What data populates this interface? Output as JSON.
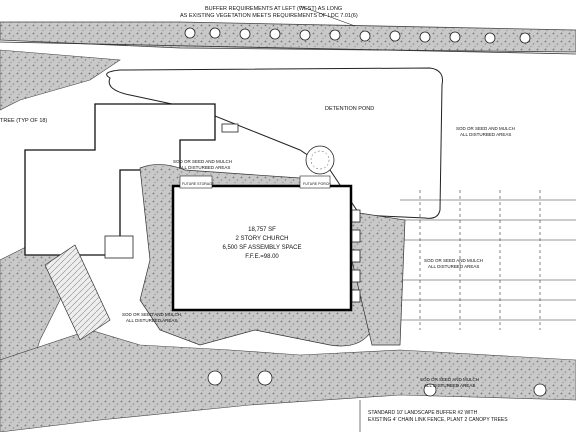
{
  "notes": {
    "top_line1": "BUFFER REQUIREMENTS AT LEFT (WEST) AS LONG",
    "top_line2": "AS EXISTING VEGETATION MEETS REQUIREMENTS OF LDC 7.01(6)",
    "tree_note": "TREE (TYP OF 18)",
    "detention_pond": "DETENTION POND",
    "buffer_line1": "STANDARD 10' LANDSCAPE BUFFER #2 WITH",
    "buffer_line2": "EXISTING 4' CHAIN LINK FENCE, PLANT 2 CANOPY TREES"
  },
  "church": {
    "line1": "18,757 SF",
    "line2": "2 STORY CHURCH",
    "line3": "6,500 SF ASSEMBLY SPACE",
    "line4": "F.F.E.=98.00"
  },
  "small_labels": {
    "future_storage": "FUTURE STORAGE",
    "future_porch": "FUTURE PORCH"
  },
  "sod_notes": {
    "west_line1": "SOD OR SEED AND MULCH",
    "west_line2": "ALL DISTURBED AREAS",
    "east_top_line1": "SOD OR SEED AND MULCH",
    "east_top_line2": "ALL DISTURBED AREAS",
    "east_mid_line1": "SOD OR SEED AND MULCH",
    "east_mid_line2": "ALL DISTURBED AREAS",
    "south_line1": "SOD OR SEED AND MULCH",
    "south_line2": "ALL DISTURBED AREAS",
    "southeast_line1": "SOD OR SEED AND MULCH",
    "southeast_line2": "ALL DISTURBED AREAS"
  }
}
